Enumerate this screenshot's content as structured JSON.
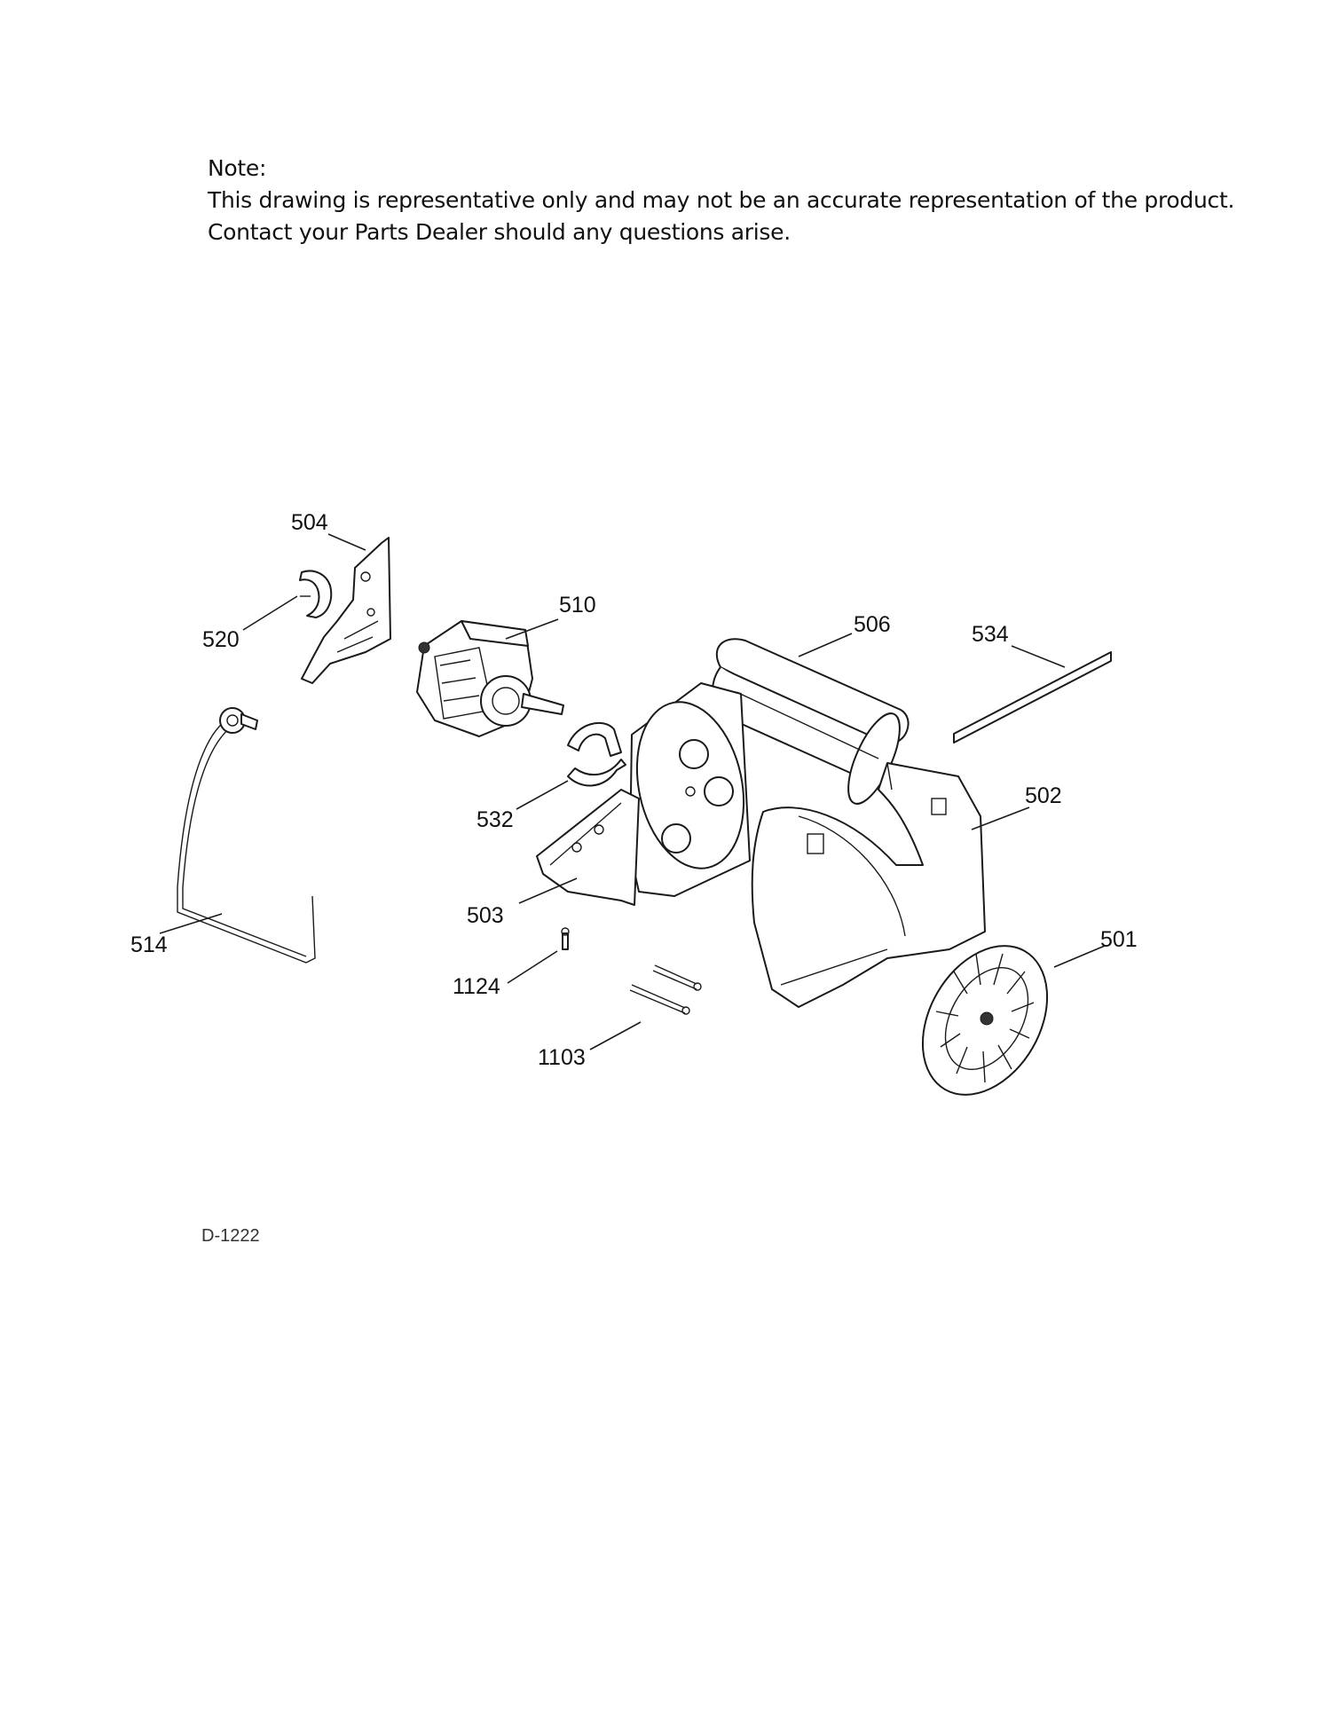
{
  "note": {
    "heading": "Note:",
    "line1": "This drawing is representative only and may not be an accurate representation of the product.",
    "line2": "Contact your Parts Dealer should any questions arise."
  },
  "callouts": {
    "c504": "504",
    "c510": "510",
    "c520": "520",
    "c506": "506",
    "c534": "534",
    "c502": "502",
    "c532": "532",
    "c503": "503",
    "c514": "514",
    "c501": "501",
    "c1124": "1124",
    "c1103": "1103"
  },
  "diagram_code": "D-1222"
}
